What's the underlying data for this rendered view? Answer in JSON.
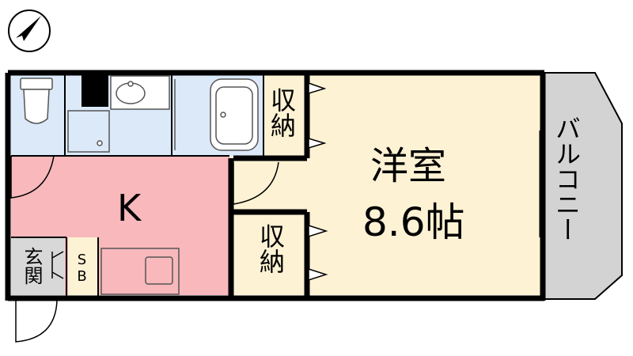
{
  "rooms": {
    "western_room": {
      "name": "洋室",
      "size": "8.6帖",
      "color": "#fdf2d4"
    },
    "kitchen": {
      "name": "K",
      "color": "#f8b8bc"
    },
    "storage_top": {
      "name": "収納"
    },
    "storage_mid": {
      "name": "収納"
    },
    "entrance": {
      "name": "玄関"
    },
    "shoe_box": {
      "name": "SB"
    },
    "balcony": {
      "name": "バルコニー",
      "color": "#d3d3d3"
    },
    "wet_areas_color": "#dbe9f9"
  },
  "icons": [
    "compass-north-arrow-icon",
    "toilet-icon",
    "washbasin-icon",
    "bathtub-icon",
    "stove-icon",
    "door-swing-icon"
  ]
}
